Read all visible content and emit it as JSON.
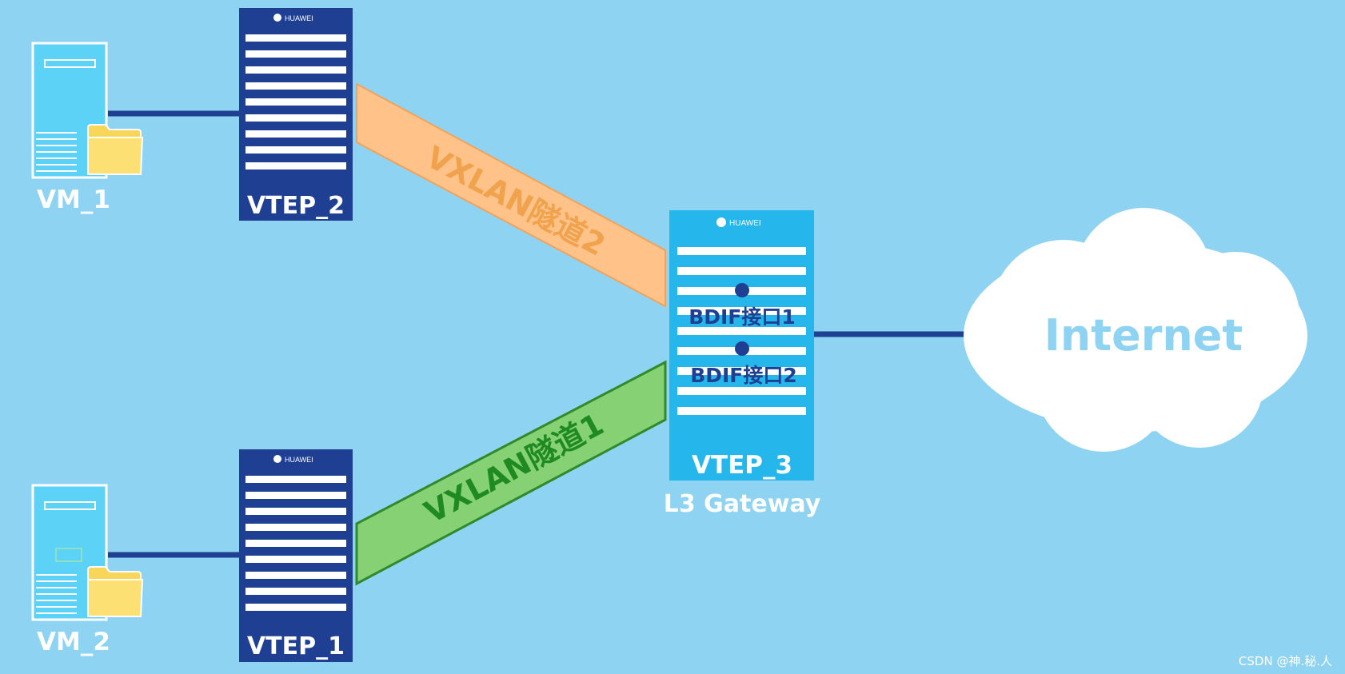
{
  "diagram": {
    "vm1": {
      "label": "VM_1"
    },
    "vm2": {
      "label": "VM_2"
    },
    "vtep1": {
      "brand": "HUAWEI",
      "label": "VTEP_1"
    },
    "vtep2": {
      "brand": "HUAWEI",
      "label": "VTEP_2"
    },
    "vtep3": {
      "brand": "HUAWEI",
      "label": "VTEP_3",
      "role": "L3 Gateway",
      "interfaces": [
        "BDIF接口1",
        "BDIF接口2"
      ]
    },
    "tunnels": {
      "tunnel2": "VXLAN隧道2",
      "tunnel1": "VXLAN隧道1"
    },
    "internet": {
      "label": "Internet"
    },
    "colors": {
      "background": "#8fd3f3",
      "switch_dark": "#1f3f93",
      "switch_light": "#25b7ec",
      "tunnel_orange": "#ffc38a",
      "tunnel_green": "#86d174",
      "link": "#1f3f93",
      "cloud": "#ffffff",
      "internet_text": "#8fd3f3"
    }
  },
  "watermark": "CSDN @神.秘.人"
}
